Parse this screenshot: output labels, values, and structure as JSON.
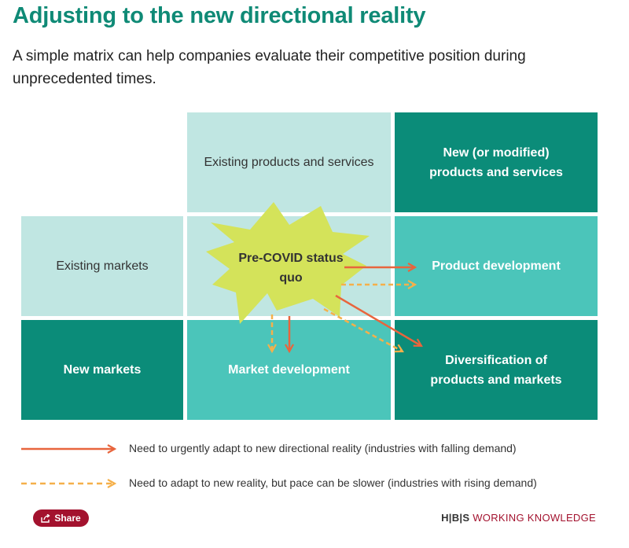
{
  "title": "Adjusting to the new directional reality",
  "subtitle": "A simple matrix can help companies evaluate their competitive position during unprecedented times.",
  "matrix": {
    "col_headers": [
      "Existing products and services",
      "New (or modified) products and services"
    ],
    "row_headers": [
      "Existing markets",
      "New markets"
    ],
    "cells": {
      "status_quo": "Pre-COVID status quo",
      "product_development": "Product development",
      "market_development": "Market development",
      "diversification": "Diversification of products and markets"
    }
  },
  "legend": [
    {
      "label": "Need to urgently adapt to new directional reality (industries with falling demand)",
      "style": "solid"
    },
    {
      "label": "Need to adapt to new reality, but pace can be slower (industries with rising demand)",
      "style": "dashed"
    }
  ],
  "share": {
    "label": "Share",
    "icon": "share-icon"
  },
  "brand": {
    "mark": "H|B|S",
    "name": "WORKING KNOWLEDGE"
  },
  "colors": {
    "title": "#0f8a76",
    "light_cell": "#c0e6e2",
    "dark_cell": "#0b8c79",
    "mid_cell": "#4bc5ba",
    "burst": "#d4e35a",
    "solid_arrow": "#e8653d",
    "dashed_arrow": "#f5b04a",
    "share_button": "#a3122e"
  }
}
